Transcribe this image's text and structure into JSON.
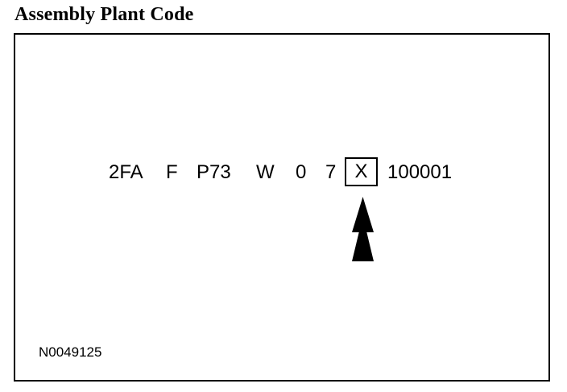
{
  "title": "Assembly Plant Code",
  "vin": {
    "parts": [
      "2FA",
      "F",
      "P73",
      "W",
      "0",
      "7"
    ],
    "highlighted": "X",
    "serial": "100001"
  },
  "figure_id": "N0049125",
  "arrow_icon": "up-arrow-icon"
}
